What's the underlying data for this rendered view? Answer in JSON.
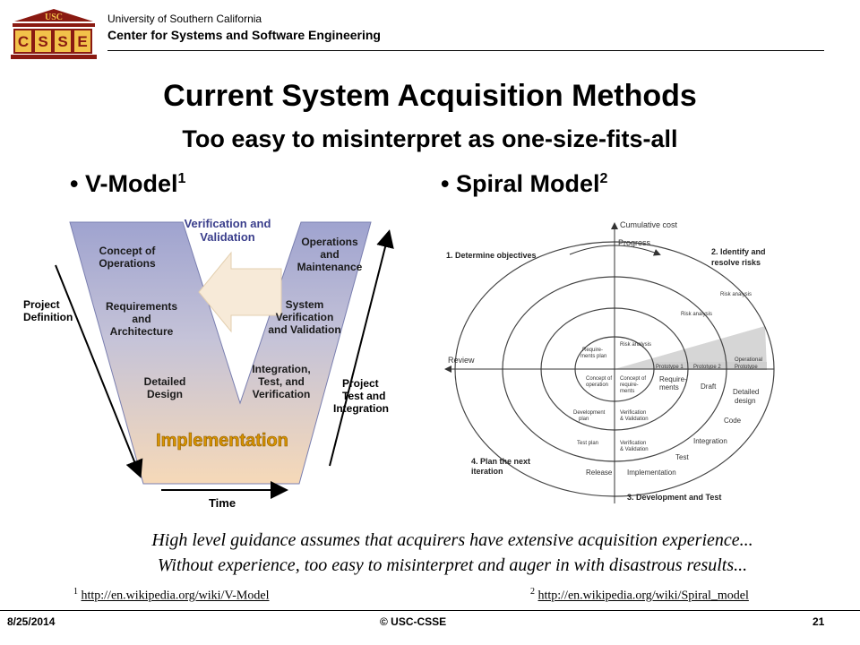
{
  "header": {
    "logo_top": "USC",
    "logo_letters": [
      "C",
      "S",
      "S",
      "E"
    ],
    "university": "University of Southern California",
    "center": "Center for Systems and Software Engineering"
  },
  "slide": {
    "title": "Current System Acquisition Methods",
    "subtitle": "Too easy to misinterpret as one-size-fits-all",
    "bullet_left": "V-Model",
    "bullet_left_sup": "1",
    "bullet_right": "Spiral Model",
    "bullet_right_sup": "2"
  },
  "vmodel": {
    "vv_line1": "Verification and",
    "vv_line2": "Validation",
    "left_items": [
      [
        "Concept of",
        "Operations"
      ],
      [
        "Requirements",
        "and",
        "Architecture"
      ],
      [
        "Detailed",
        "Design"
      ]
    ],
    "right_items": [
      [
        "Operations",
        "and",
        "Maintenance"
      ],
      [
        "System",
        "Verification",
        "and Validation"
      ],
      [
        "Integration,",
        "Test, and",
        "Verification"
      ]
    ],
    "bottom": "Implementation",
    "project_def": [
      "Project",
      "Definition"
    ],
    "project_test": [
      "Project",
      "Test and",
      "Integration"
    ],
    "time": "Time",
    "colors": {
      "band_top": "#9fa3cf",
      "band_bottom": "#f6d9b8",
      "impl_text": "#d99400"
    }
  },
  "spiral": {
    "cumulative_cost": "Cumulative cost",
    "progress": "Progress",
    "q1": "1. Determine objectives",
    "q2_line1": "2. Identify and",
    "q2_line2": "resolve risks",
    "q3": "3. Development and Test",
    "q4_line1": "4. Plan the next",
    "q4_line2": "iteration",
    "review": "Review",
    "risk_analysis": "Risk analysis",
    "prototype1": "Prototype 1",
    "prototype2": "Prototype 2",
    "operational1": "Operational",
    "operational2": "Prototype",
    "req_plan1": "Require-",
    "req_plan2": "ments plan",
    "concept1": "Concept of",
    "concept2": "operation",
    "concept_req1": "Concept of",
    "concept_req2": "require-",
    "concept_req3": "ments",
    "requirements1": "Require-",
    "requirements2": "ments",
    "draft": "Draft",
    "detailed1": "Detailed",
    "detailed2": "design",
    "code": "Code",
    "integration": "Integration",
    "test": "Test",
    "implementation": "Implementation",
    "release": "Release",
    "dev_plan1": "Development",
    "dev_plan2": "plan",
    "test_plan": "Test plan",
    "vv1": "Verification",
    "vv2": "& Validation"
  },
  "notes": {
    "line1": "High level guidance assumes that acquirers have extensive acquisition experience...",
    "line2": "Without experience, too easy to misinterpret and auger in with disastrous results...",
    "fn1_num": "1",
    "fn1_url": "http://en.wikipedia.org/wiki/V-Model",
    "fn2_num": "2",
    "fn2_url": "http://en.wikipedia.org/wiki/Spiral_model"
  },
  "footer": {
    "date": "8/25/2014",
    "copyright": "© USC-CSSE",
    "page": "21"
  }
}
